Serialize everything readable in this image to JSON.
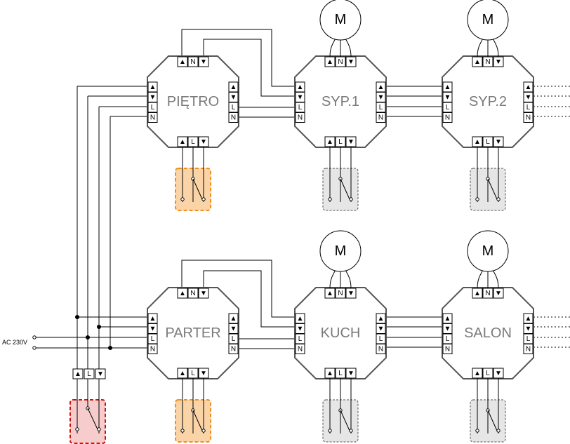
{
  "modules": [
    {
      "id": "pietro",
      "label": "PIĘTRO"
    },
    {
      "id": "syp1",
      "label": "SYP.1"
    },
    {
      "id": "syp2",
      "label": "SYP.2"
    },
    {
      "id": "parter",
      "label": "PARTER"
    },
    {
      "id": "kuch",
      "label": "KUCH"
    },
    {
      "id": "salon",
      "label": "SALON"
    }
  ],
  "motor_label": "M",
  "terminals": {
    "up": "▲",
    "down": "▼",
    "l": "L",
    "n": "N"
  },
  "supply_label": "AC 230V",
  "colors": {
    "arrow": "#dd0000",
    "octagon_stroke": "#555555",
    "label": "#7a7a7a",
    "switch_orange_fill": "#fad3a7",
    "switch_orange_stroke": "#f0901e",
    "switch_gray_fill": "#e6e6e6",
    "switch_red_fill": "#f6cccc",
    "switch_red_stroke": "#cc1111"
  }
}
